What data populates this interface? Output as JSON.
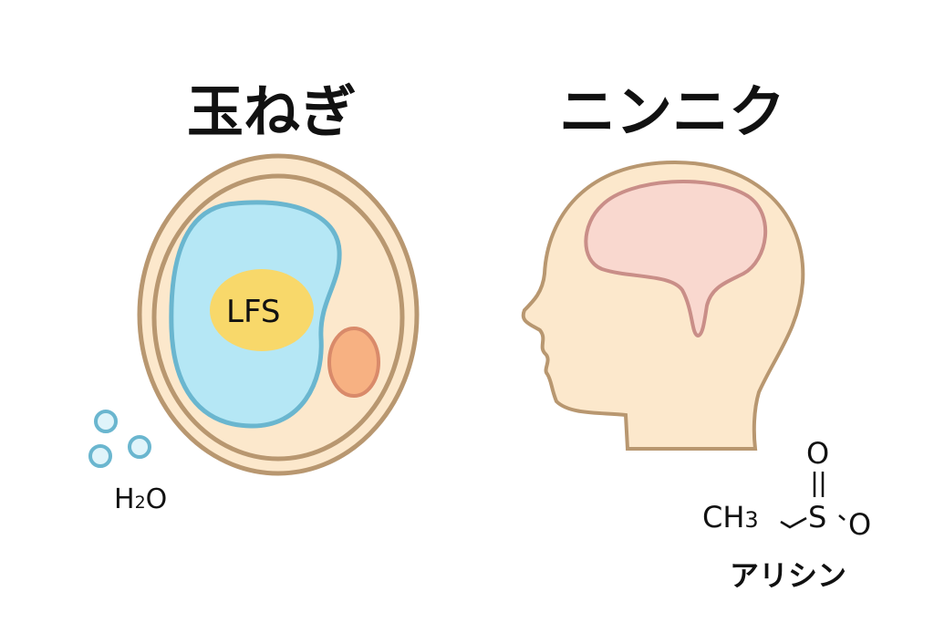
{
  "titles": {
    "onion": "玉ねぎ",
    "garlic": "ニンニク"
  },
  "onion": {
    "enzyme_label": "LFS",
    "water_label_main": "H",
    "water_label_sub": "2",
    "water_label_end": "O"
  },
  "garlic": {
    "formula": {
      "ch3_main": "CH",
      "ch3_sub": "3",
      "sulfur": "S",
      "oxygen_top": "O",
      "oxygen_right": "O"
    },
    "compound_name": "アリシン"
  },
  "colors": {
    "skin": "#fce8cc",
    "outline": "#b89770",
    "vacuole": "#b5e7f5",
    "vacuole_stroke": "#6ab6cf",
    "lfs": "#f8d86a",
    "nucleus": "#f7b182",
    "brain": "#f9d8cf",
    "brain_stroke": "#c98e88"
  }
}
